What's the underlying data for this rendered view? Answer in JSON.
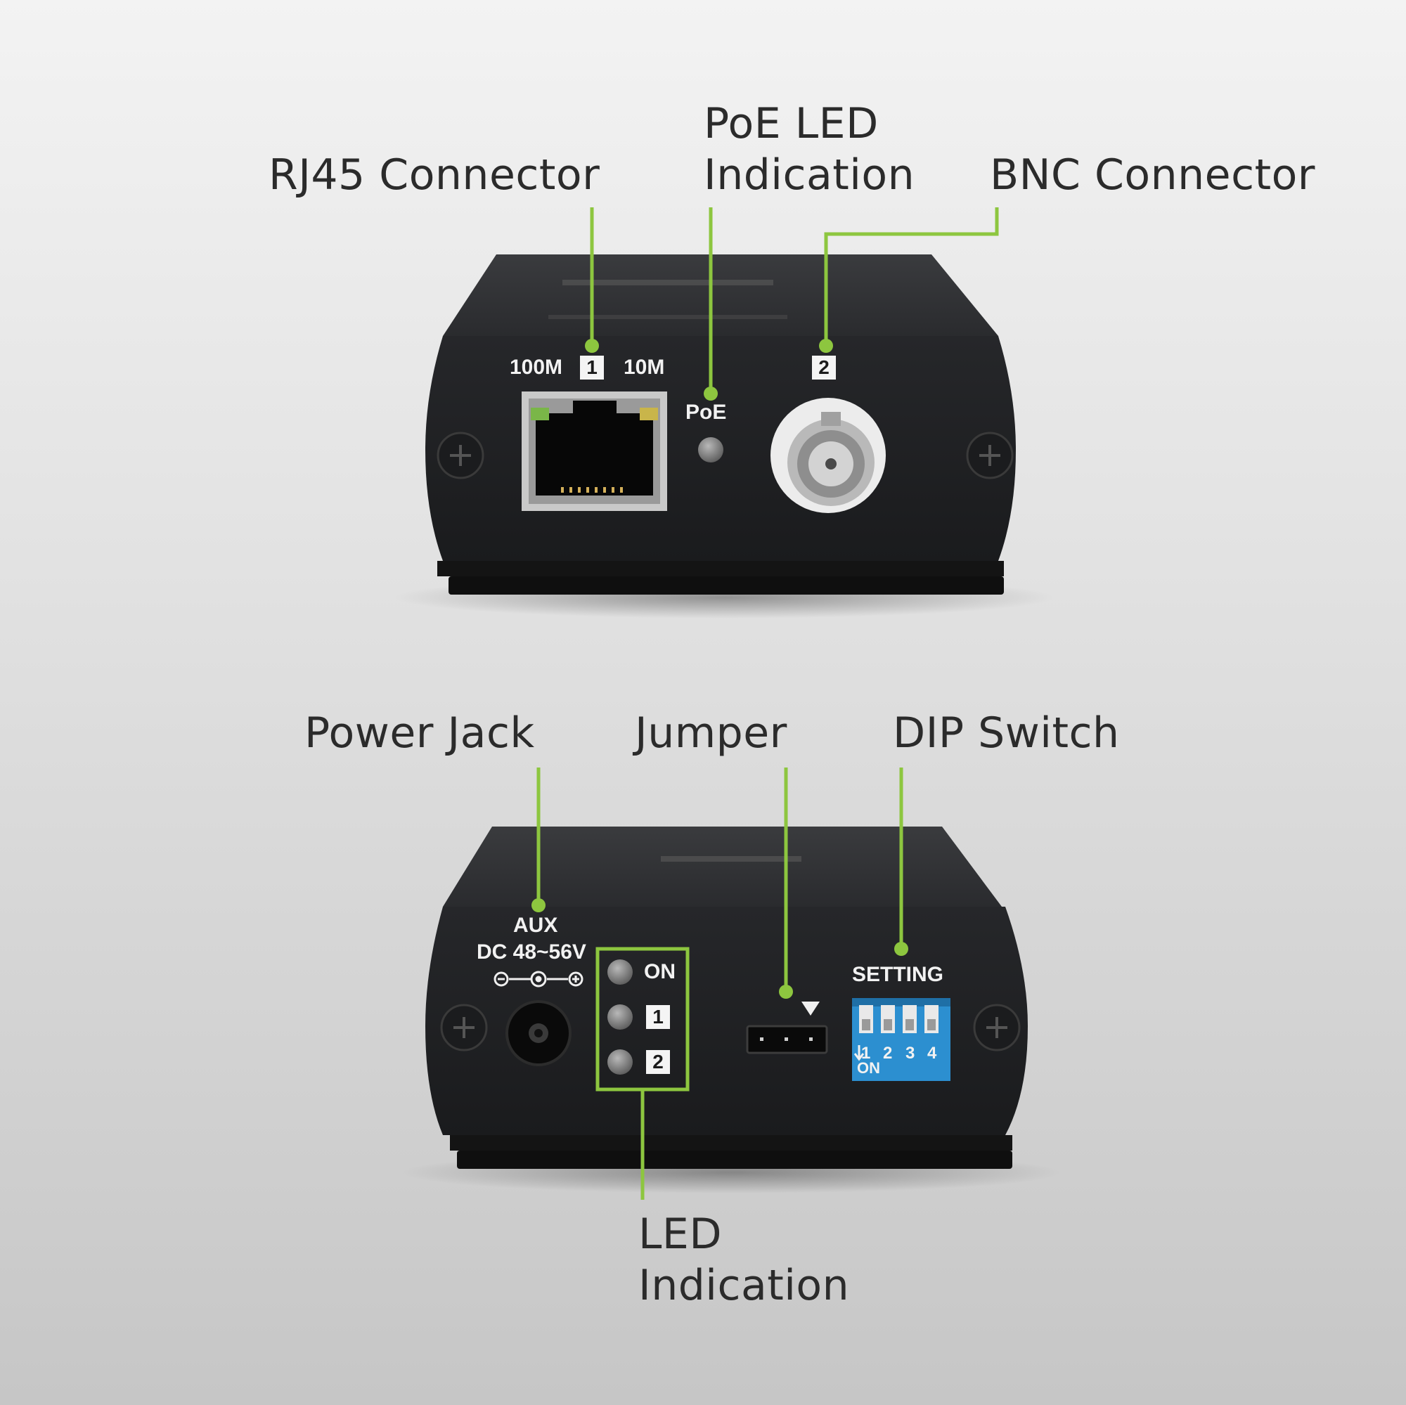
{
  "callouts": {
    "rj45": "RJ45 Connector",
    "poe_led_line1": "PoE LED",
    "poe_led_line2": "Indication",
    "bnc": "BNC Connector",
    "power_jack": "Power Jack",
    "jumper": "Jumper",
    "dip_switch": "DIP Switch",
    "led_line1": "LED",
    "led_line2": "Indication"
  },
  "front_panel": {
    "speed_100": "100M",
    "port_1": "1",
    "speed_10": "10M",
    "poe": "PoE",
    "port_2": "2"
  },
  "rear_panel": {
    "aux": "AUX",
    "dc_rating": "DC 48~56V",
    "led_on": "ON",
    "led_1": "1",
    "led_2": "2",
    "setting": "SETTING",
    "dip_numbers": [
      "1",
      "2",
      "3",
      "4"
    ],
    "dip_on": "ON"
  },
  "colors": {
    "accent_green": "#8dc63f",
    "device_body": "#1e1f21",
    "dip_blue": "#2c8fd0"
  }
}
